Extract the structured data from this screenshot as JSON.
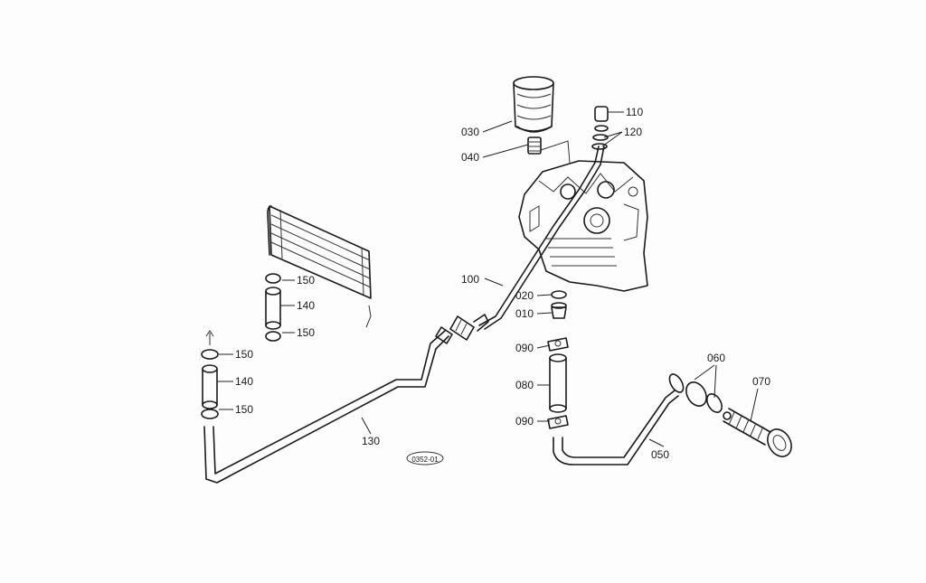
{
  "diagram_id": "0352-01",
  "callouts": [
    {
      "key": "c030",
      "text": "030"
    },
    {
      "key": "c040",
      "text": "040"
    },
    {
      "key": "c110",
      "text": "110"
    },
    {
      "key": "c120",
      "text": "120"
    },
    {
      "key": "c100",
      "text": "100"
    },
    {
      "key": "c020",
      "text": "020"
    },
    {
      "key": "c010",
      "text": "010"
    },
    {
      "key": "c090a",
      "text": "090"
    },
    {
      "key": "c080",
      "text": "080"
    },
    {
      "key": "c090b",
      "text": "090"
    },
    {
      "key": "c060",
      "text": "060"
    },
    {
      "key": "c070",
      "text": "070"
    },
    {
      "key": "c050",
      "text": "050"
    },
    {
      "key": "c130",
      "text": "130"
    },
    {
      "key": "c150a",
      "text": "150"
    },
    {
      "key": "c140a",
      "text": "140"
    },
    {
      "key": "c150b",
      "text": "150"
    },
    {
      "key": "c150c",
      "text": "150"
    },
    {
      "key": "c140b",
      "text": "140"
    },
    {
      "key": "c150d",
      "text": "150"
    }
  ],
  "colors": {
    "ink": "#1a1a1a",
    "paper": "#fdfdfd"
  }
}
